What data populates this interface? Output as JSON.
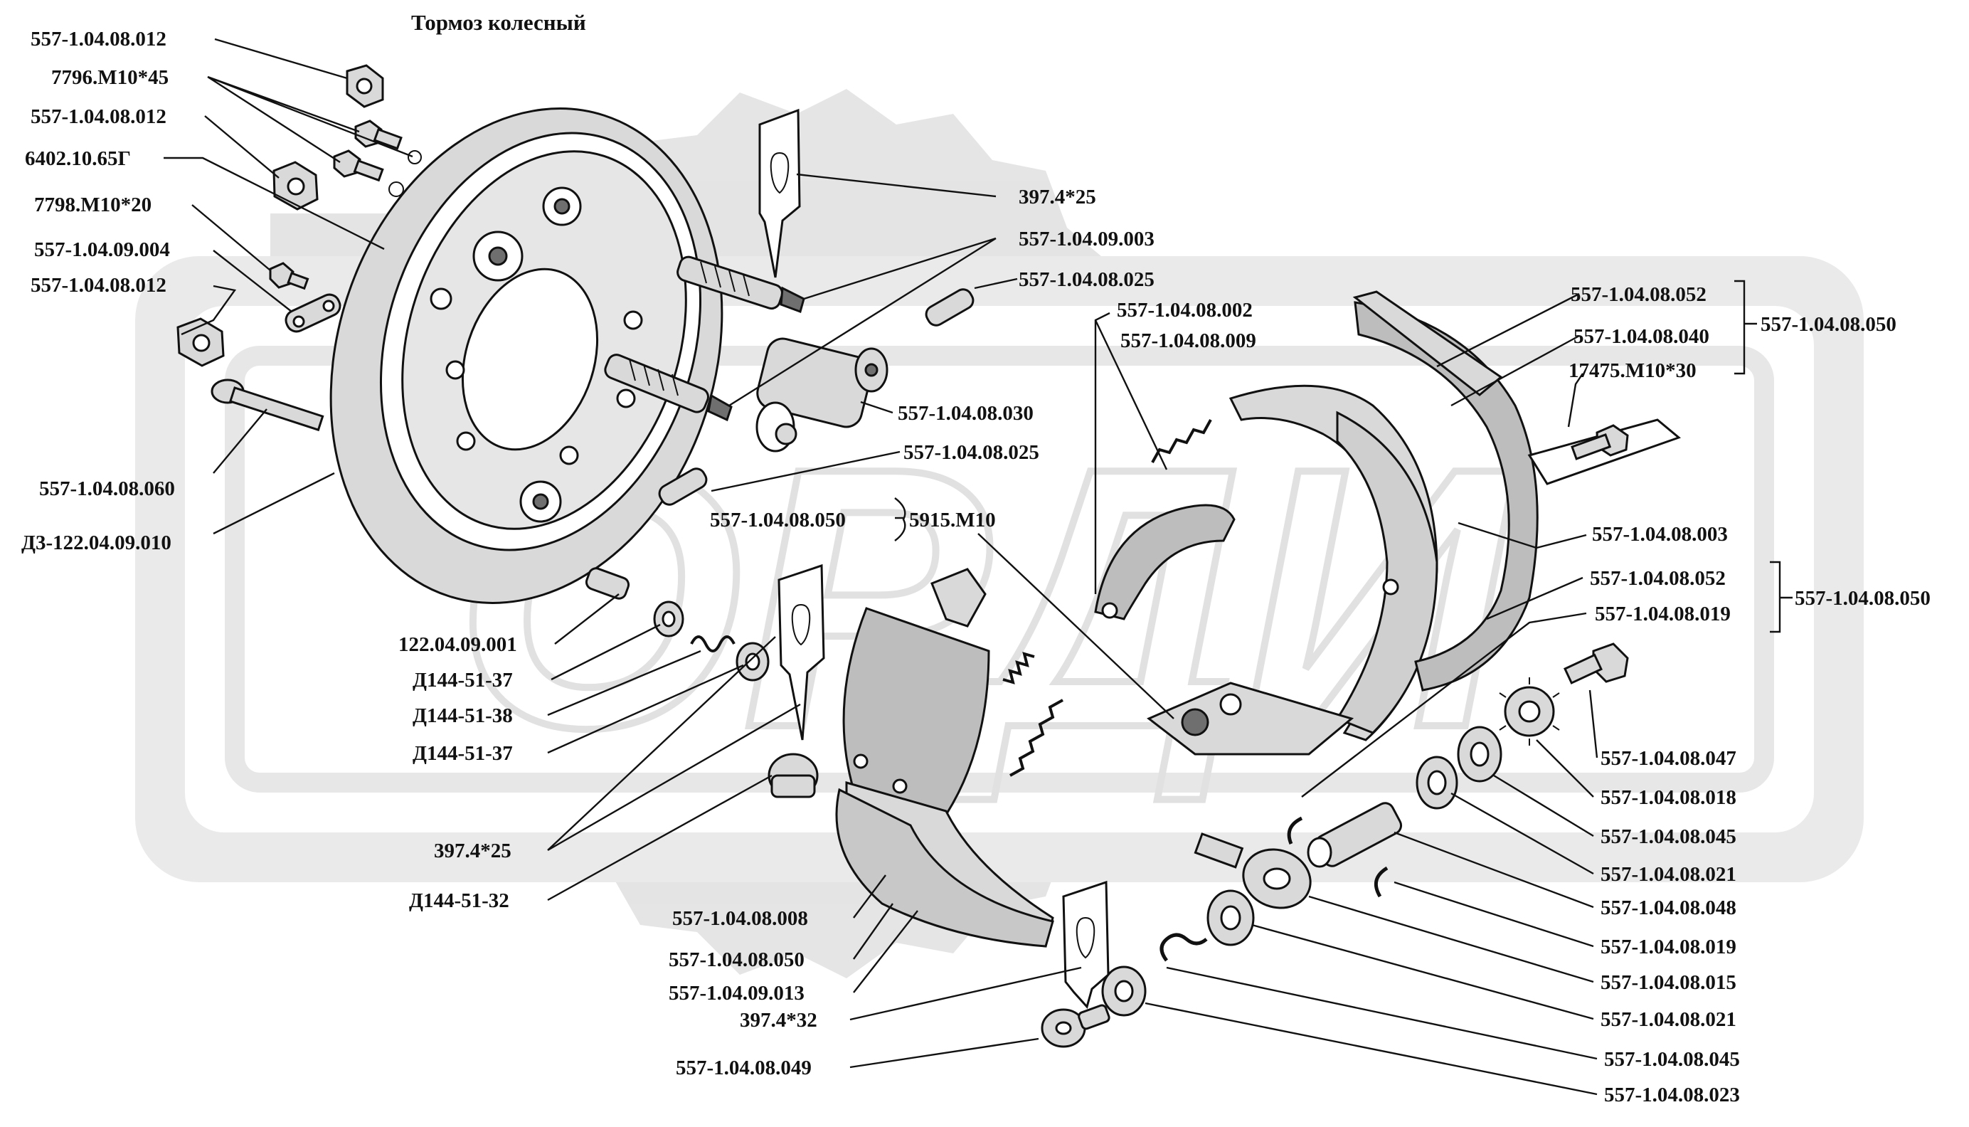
{
  "title": "Тормоз колесный",
  "colors": {
    "watermark": "#cfcfcf",
    "ink": "#111111",
    "background": "#ffffff"
  },
  "labels": {
    "l01": "557-1.04.08.012",
    "l02": "7796.М10*45",
    "l03": "557-1.04.08.012",
    "l04": "6402.10.65Г",
    "l05": "7798.М10*20",
    "l06": "557-1.04.09.004",
    "l07": "557-1.04.08.012",
    "l08": "557-1.04.08.060",
    "l09": "Д3-122.04.09.010",
    "l10": "397.4*25",
    "l11": "557-1.04.09.003",
    "l12": "557-1.04.08.025",
    "l13": "557-1.04.08.030",
    "l14": "557-1.04.08.025",
    "l15": "557-1.04.08.050",
    "l16": "5915.М10",
    "l17": "122.04.09.001",
    "l18": "Д144-51-37",
    "l19": "Д144-51-38",
    "l20": "Д144-51-37",
    "l21": "397.4*25",
    "l22": "Д144-51-32",
    "l23": "557-1.04.08.008",
    "l24": "557-1.04.08.050",
    "l25": "557-1.04.09.013",
    "l26": "397.4*32",
    "l27": "557-1.04.08.049",
    "l28": "557-1.04.08.002",
    "l29": "557-1.04.08.009",
    "l30": "557-1.04.08.052",
    "l31": "557-1.04.08.040",
    "l32": "557-1.04.08.050",
    "l33": "17475.М10*30",
    "l34": "557-1.04.08.003",
    "l35": "557-1.04.08.052",
    "l36": "557-1.04.08.019",
    "l37": "557-1.04.08.050",
    "l38": "557-1.04.08.047",
    "l39": "557-1.04.08.018",
    "l40": "557-1.04.08.045",
    "l41": "557-1.04.08.021",
    "l42": "557-1.04.08.048",
    "l43": "557-1.04.08.019",
    "l44": "557-1.04.08.015",
    "l45": "557-1.04.08.021",
    "l46": "557-1.04.08.045",
    "l47": "557-1.04.08.023"
  }
}
